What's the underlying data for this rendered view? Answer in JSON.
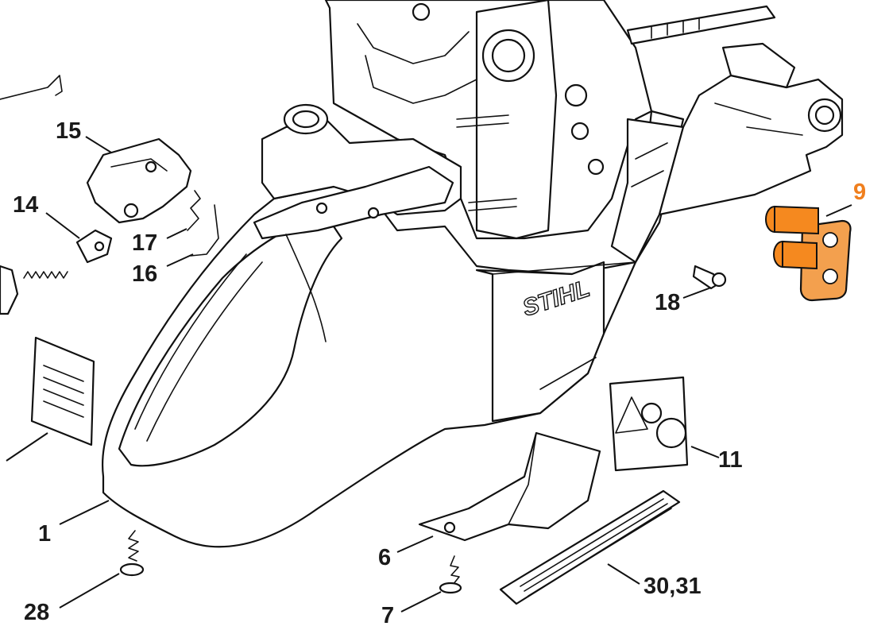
{
  "diagram": {
    "brand_mark": "STIHL",
    "highlight_color": "#f07f1e",
    "labels": [
      {
        "id": "label-1",
        "text": "1"
      },
      {
        "id": "label-6",
        "text": "6"
      },
      {
        "id": "label-7",
        "text": "7"
      },
      {
        "id": "label-9",
        "text": "9",
        "highlighted": true
      },
      {
        "id": "label-11",
        "text": "11"
      },
      {
        "id": "label-14",
        "text": "14"
      },
      {
        "id": "label-15",
        "text": "15"
      },
      {
        "id": "label-16",
        "text": "16"
      },
      {
        "id": "label-17",
        "text": "17"
      },
      {
        "id": "label-18",
        "text": "18"
      },
      {
        "id": "label-28",
        "text": "28"
      },
      {
        "id": "label-30-31",
        "text": "30,31"
      }
    ]
  }
}
